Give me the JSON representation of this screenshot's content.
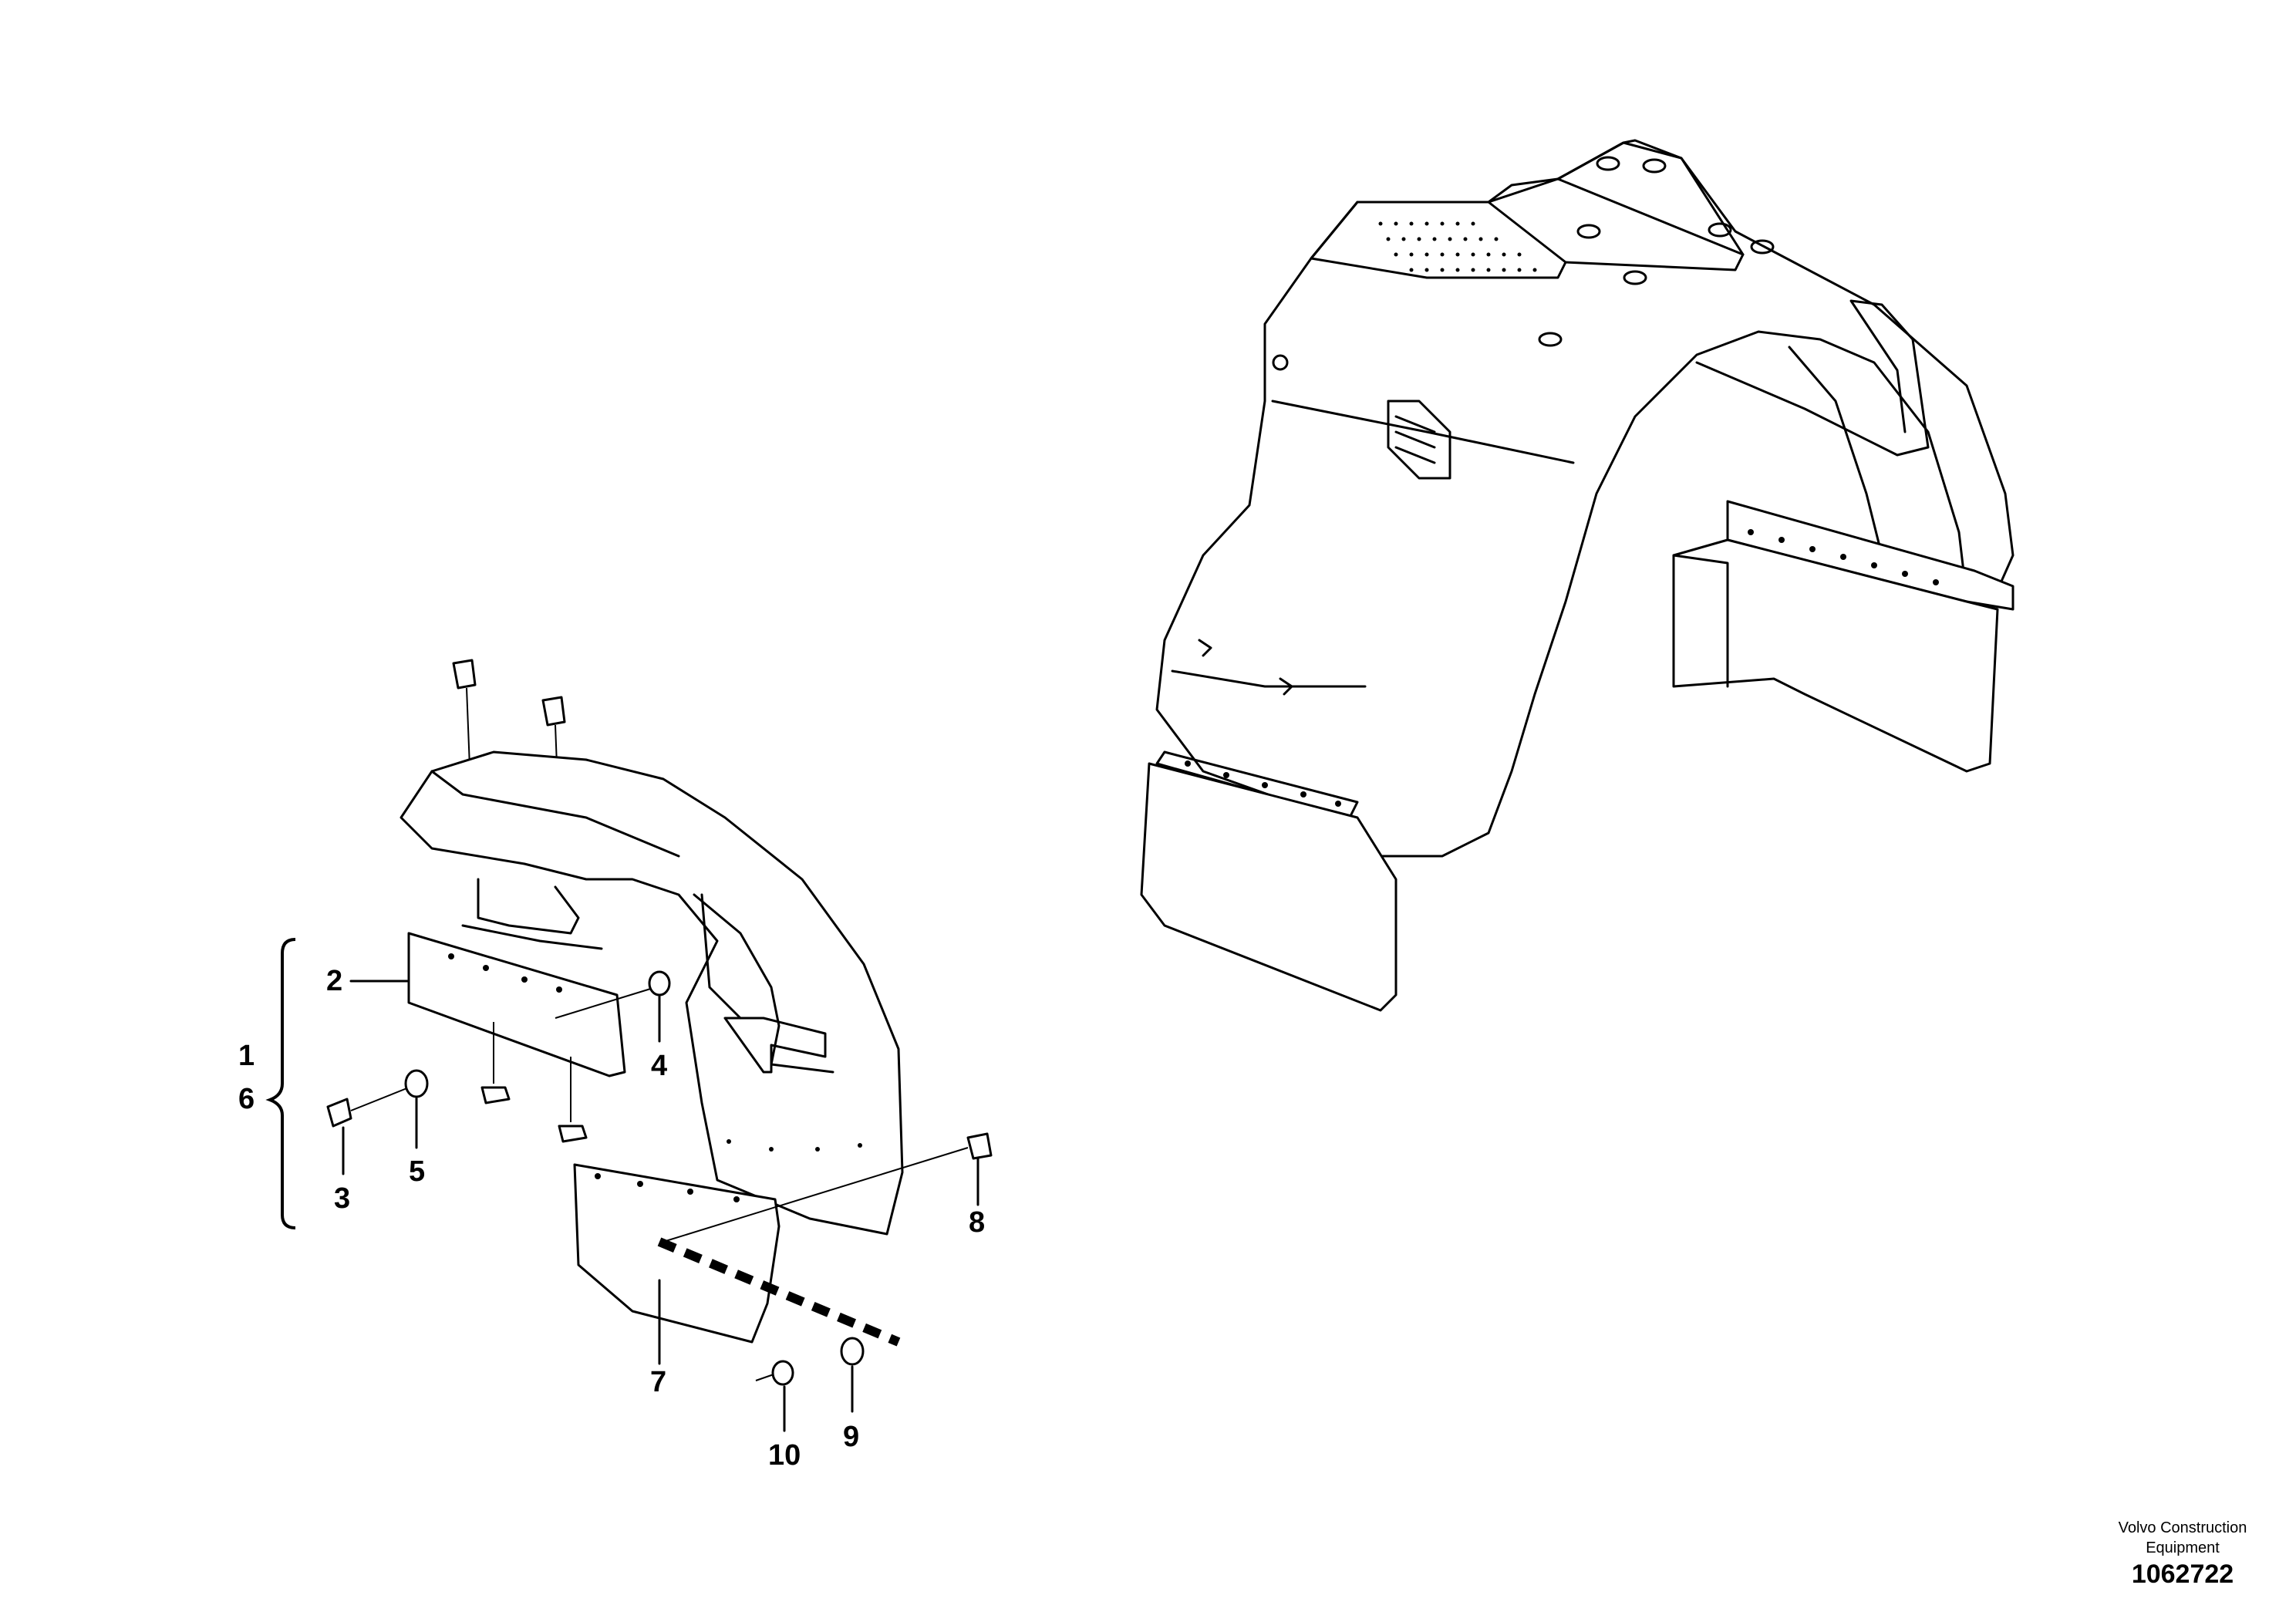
{
  "callouts": [
    {
      "id": "1",
      "label": "1"
    },
    {
      "id": "2",
      "label": "2"
    },
    {
      "id": "3",
      "label": "3"
    },
    {
      "id": "4",
      "label": "4"
    },
    {
      "id": "5",
      "label": "5"
    },
    {
      "id": "6",
      "label": "6"
    },
    {
      "id": "7",
      "label": "7"
    },
    {
      "id": "8",
      "label": "8"
    },
    {
      "id": "9",
      "label": "9"
    },
    {
      "id": "10",
      "label": "10"
    }
  ],
  "footer": {
    "company_line1": "Volvo Construction",
    "company_line2": "Equipment",
    "drawing_number": "1062722"
  },
  "colors": {
    "line": "#000000",
    "background": "#ffffff"
  }
}
